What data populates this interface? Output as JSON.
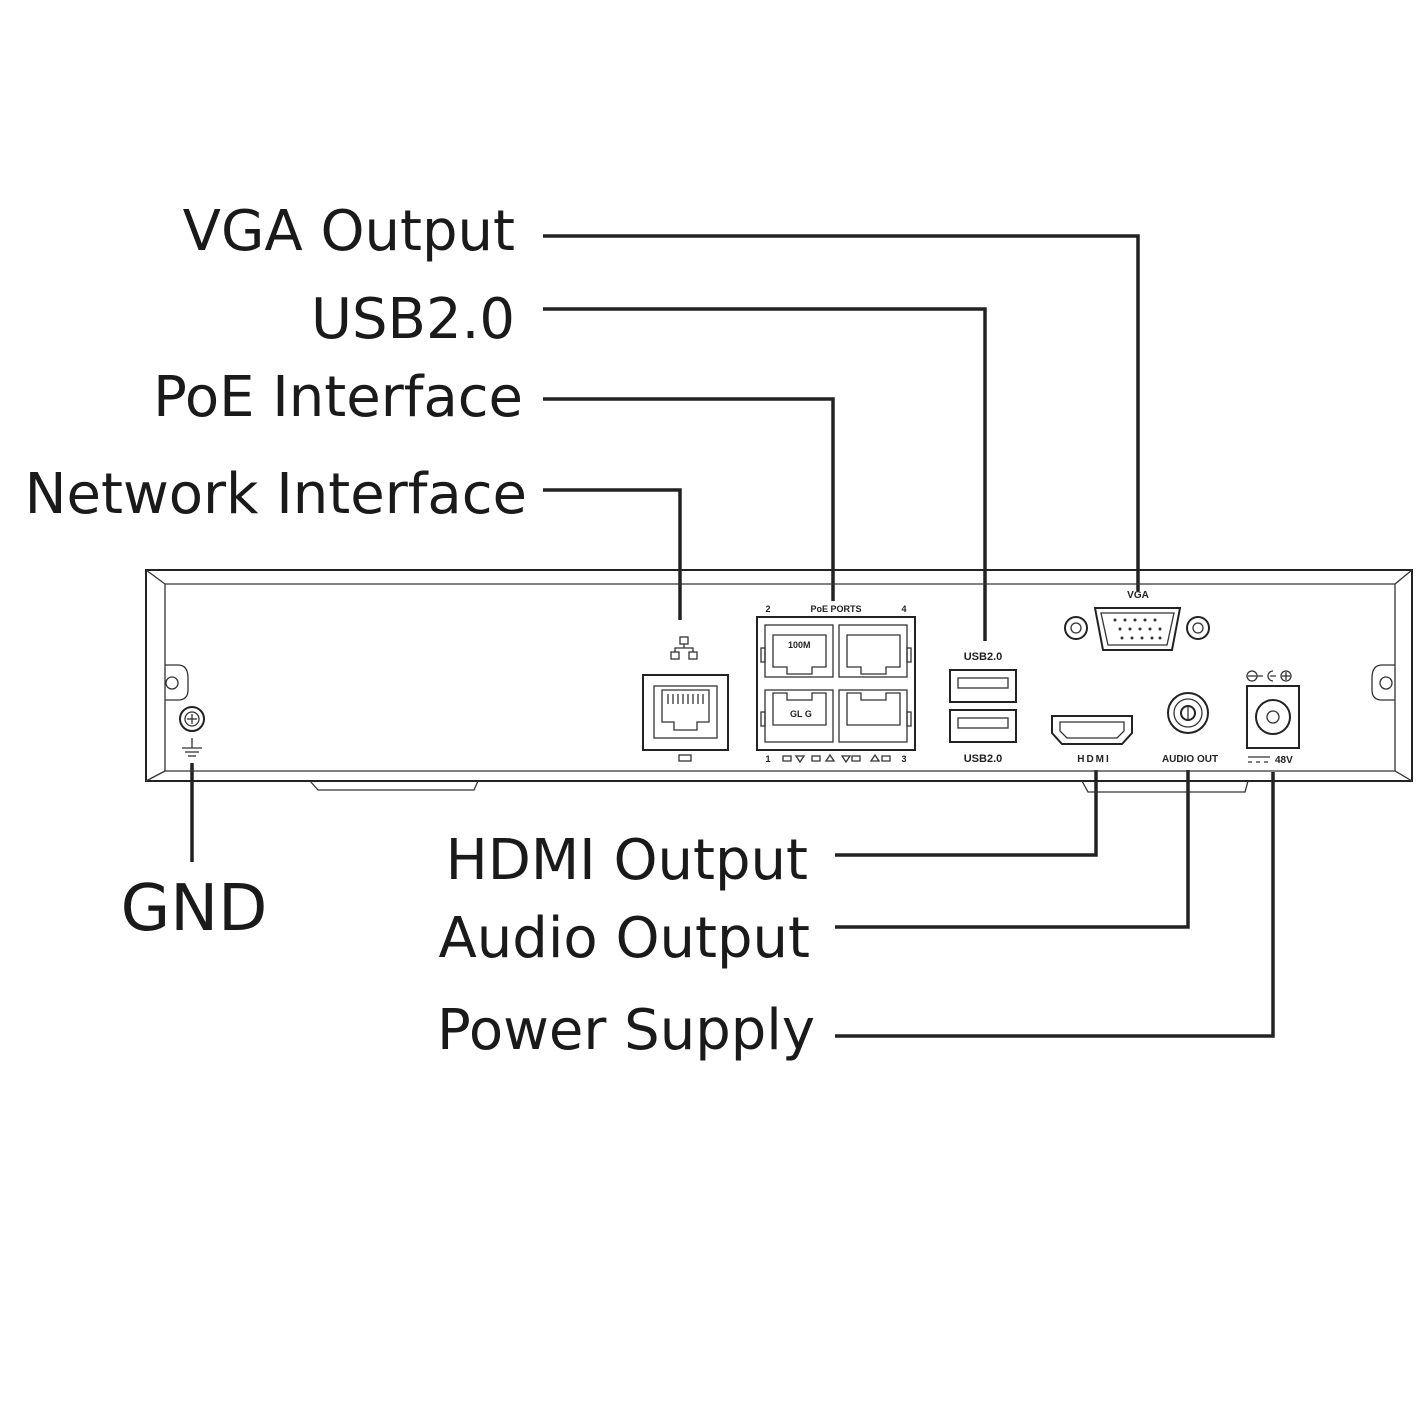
{
  "callouts": {
    "vga_output": "VGA Output",
    "usb": "USB2.0",
    "poe_interface": "PoE Interface",
    "network_interface": "Network Interface",
    "hdmi_output": "HDMI Output",
    "audio_output": "Audio Output",
    "power_supply": "Power Supply",
    "gnd": "GND"
  },
  "panel_labels": {
    "vga": "VGA",
    "usb_top": "USB2.0",
    "usb_bottom": "USB2.0",
    "poe_header": "PoE  PORTS",
    "port_2": "2",
    "port_4": "4",
    "port_1": "1",
    "port_3": "3",
    "audio_out": "AUDIO OUT",
    "hdmi_logo": "HDMI",
    "power_rating": "48V",
    "poe_speed_1": "100M",
    "poe_speed_2": "GL G"
  },
  "colors": {
    "line": "#222222",
    "background": "#ffffff"
  }
}
